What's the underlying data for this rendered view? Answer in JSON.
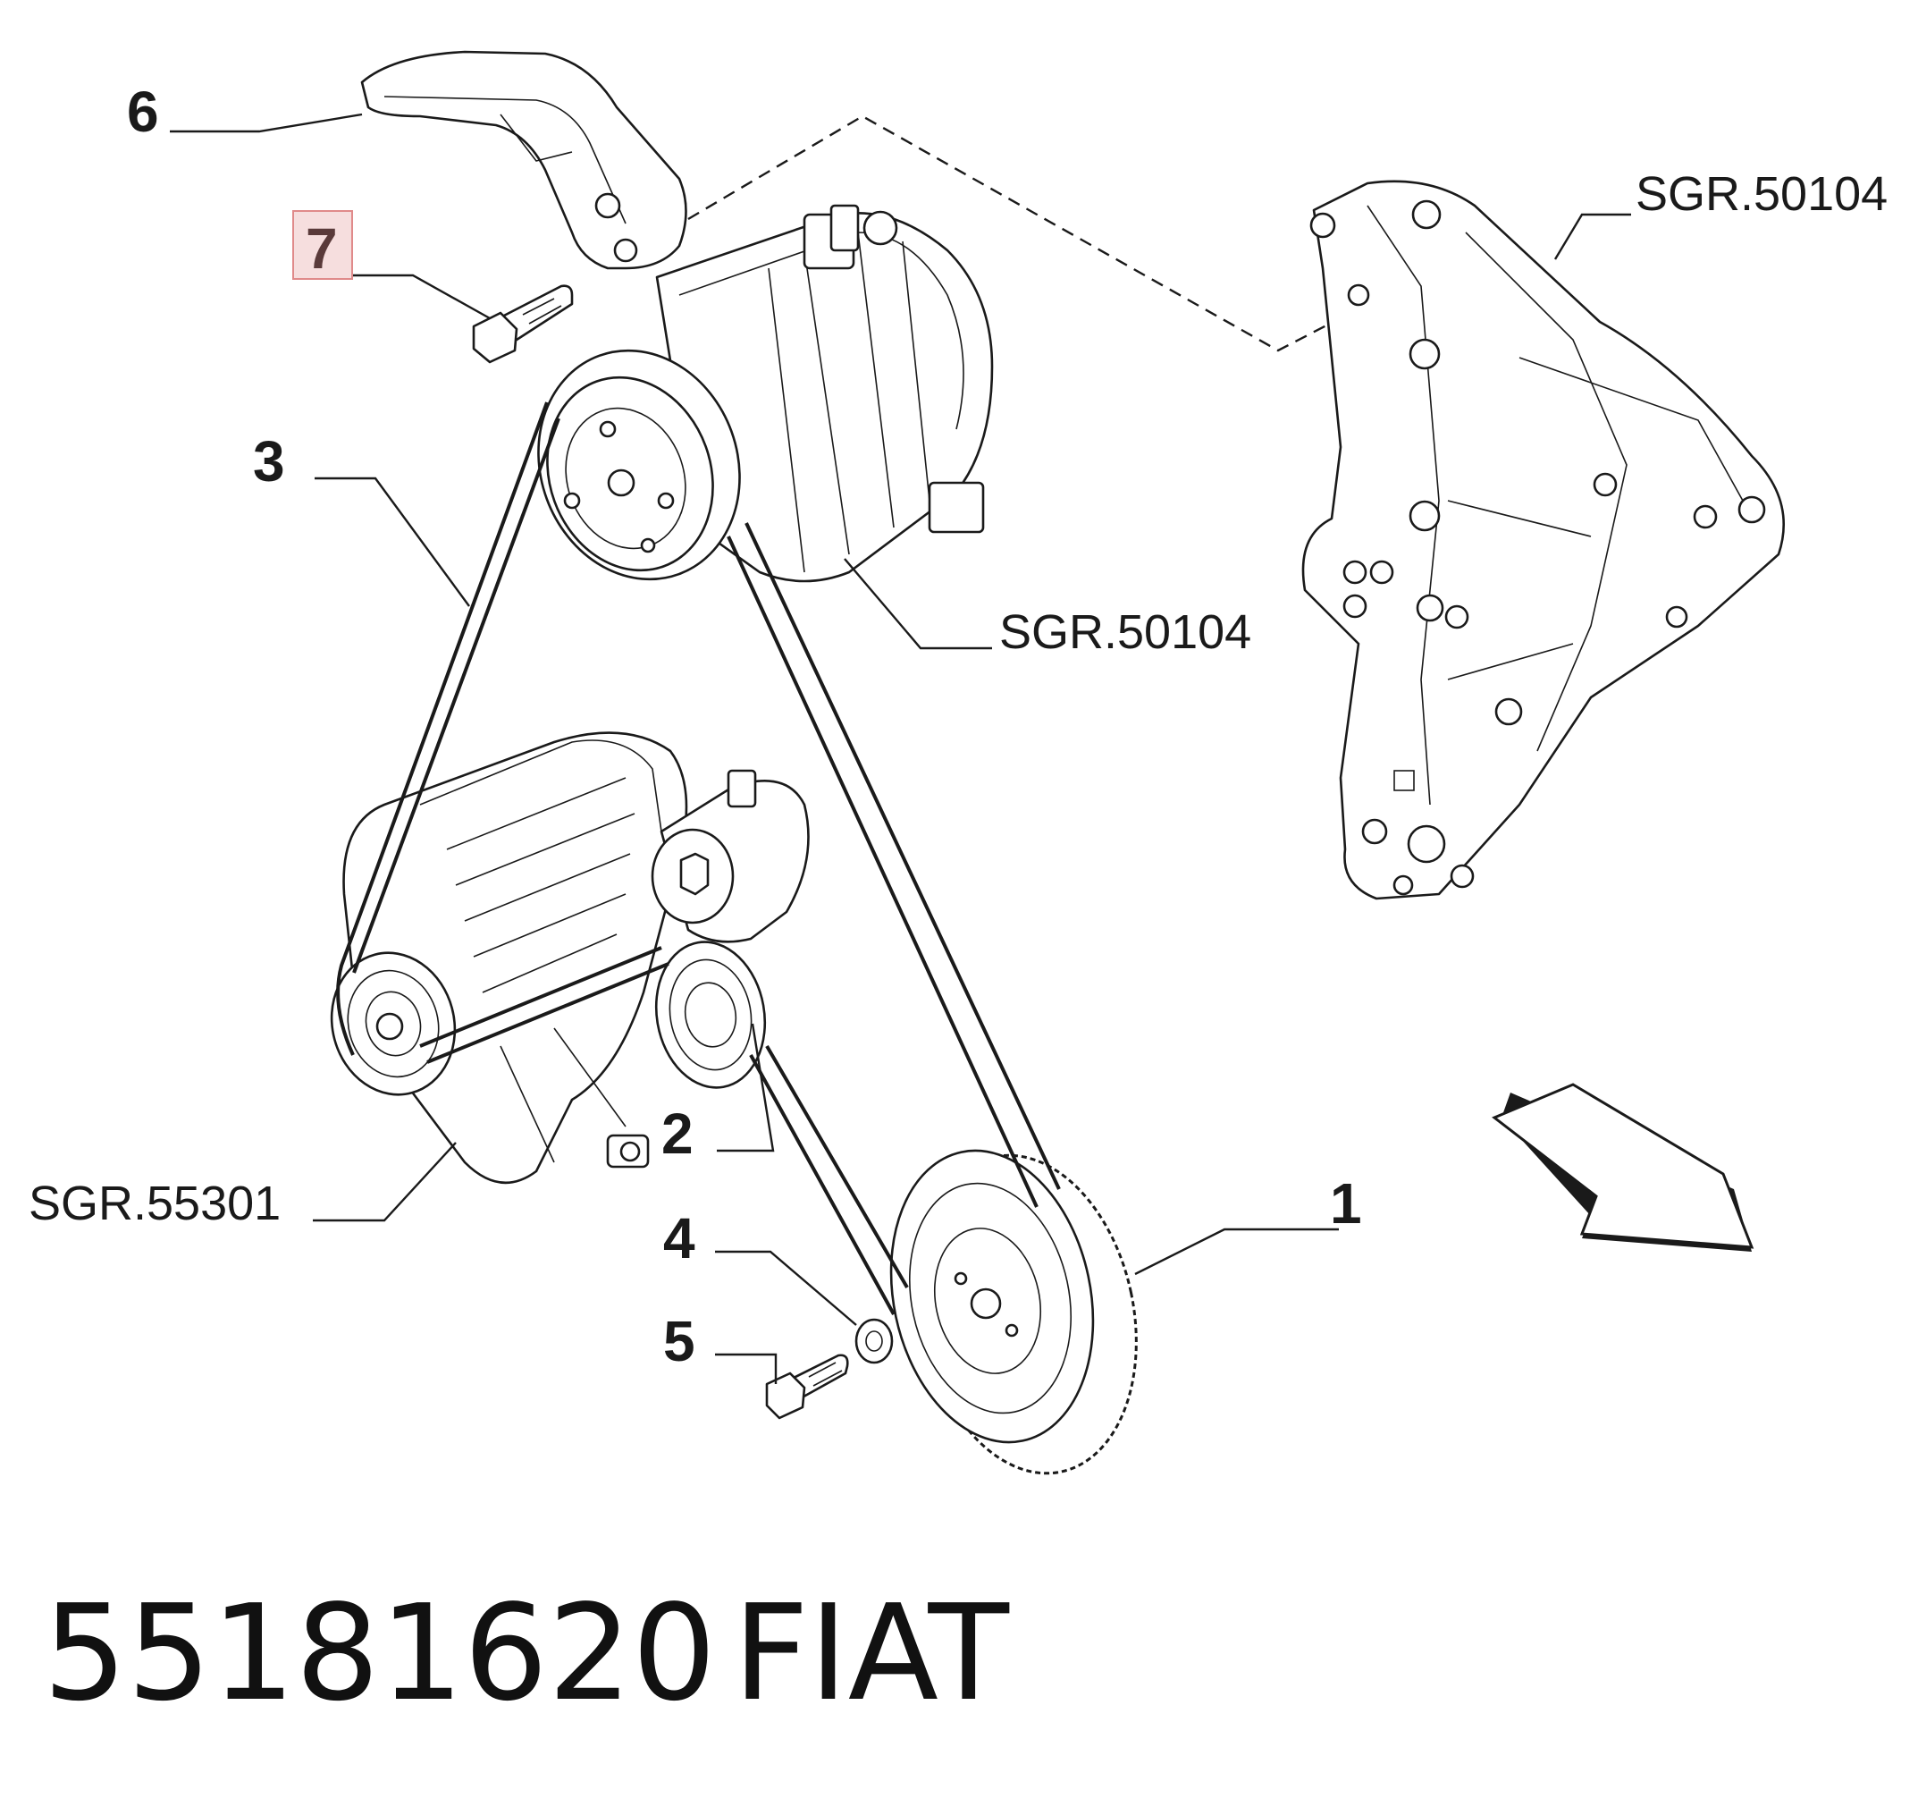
{
  "colors": {
    "ink": "#1a1a1a",
    "highlight_fill": "#f6dede",
    "highlight_stroke": "#e08a8a",
    "highlight_text": "#5a3a3a"
  },
  "callouts": {
    "c1": "1",
    "c2": "2",
    "c3": "3",
    "c4": "4",
    "c5": "5",
    "c6": "6",
    "c7": "7"
  },
  "references": {
    "bracket_ref": "SGR.50104",
    "compressor_ref": "SGR.50104",
    "alternator_ref": "SGR.55301"
  },
  "caption": {
    "part_number": "55181620",
    "brand": "FIAT"
  },
  "highlighted_callout": "7"
}
